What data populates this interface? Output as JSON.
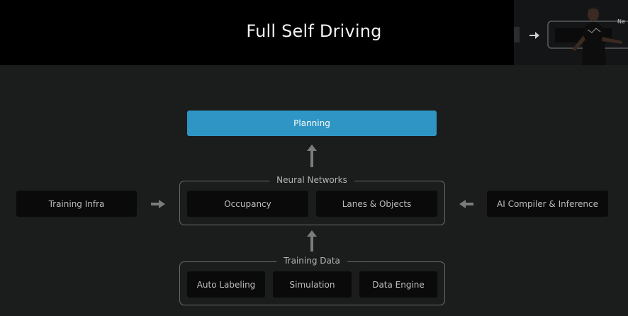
{
  "title": "Full Self Driving",
  "diagram": {
    "planning": "Planning",
    "neural_networks": {
      "label": "Neural Networks",
      "items": [
        "Occupancy",
        "Lanes & Objects"
      ]
    },
    "training_data": {
      "label": "Training Data",
      "items": [
        "Auto Labeling",
        "Simulation",
        "Data Engine"
      ]
    },
    "left_input": "Training Infra",
    "right_input": "AI Compiler & Inference"
  },
  "presenter_inset": {
    "visible_text": "Ne"
  },
  "colors": {
    "planning_accent": "#2f95c4",
    "background": "#1b1c1c",
    "box": "#0a0a0a"
  }
}
